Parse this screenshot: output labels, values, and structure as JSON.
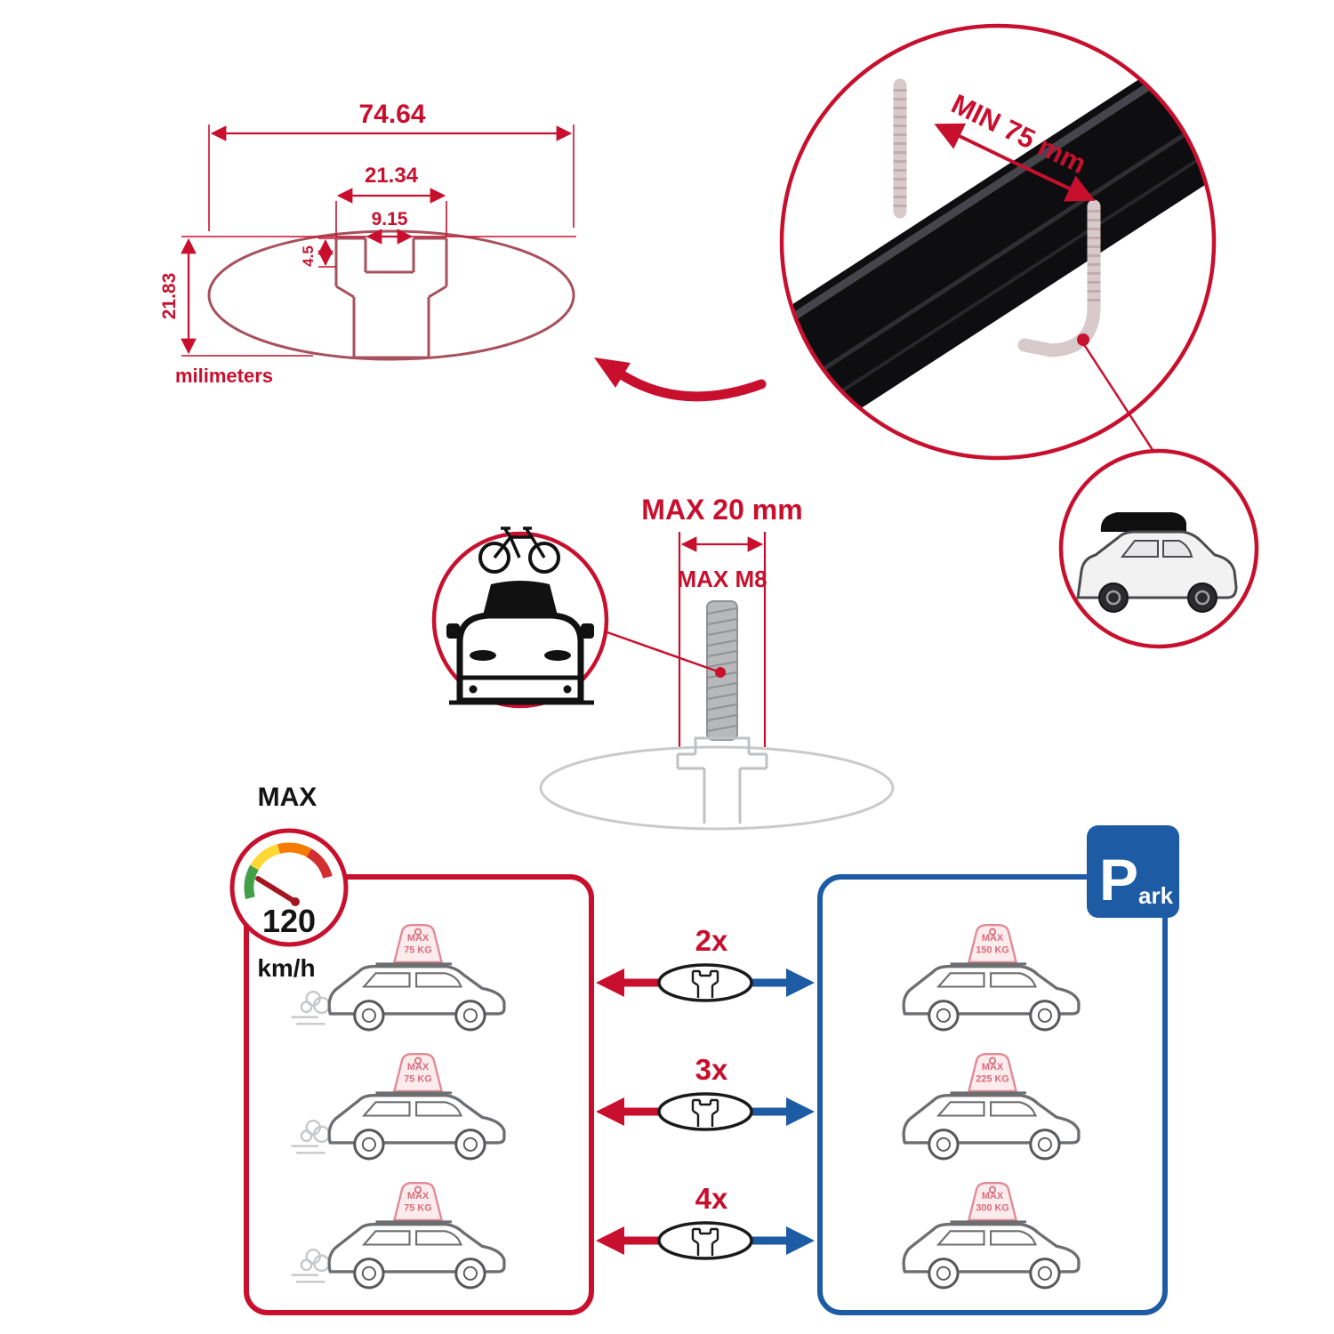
{
  "colors": {
    "red": "#c8102e",
    "blue": "#1d5ba4",
    "pink": "#d96c79",
    "black_bar": "#0e0e10"
  },
  "tech_drawing": {
    "dim_total_width": "74.64",
    "dim_slot_outer": "21.34",
    "dim_slot_inner": "9.15",
    "dim_lip": "4.5",
    "dim_height": "21.83",
    "unit_label": "milimeters"
  },
  "bar_zoom": {
    "min_span_label": "MIN 75 mm"
  },
  "bolt_section": {
    "max_width_label": "MAX 20 mm",
    "thread_label": "MAX M8"
  },
  "speed_limit": {
    "title": "MAX",
    "value": "120",
    "unit": "km/h"
  },
  "park_sign": {
    "letter": "P",
    "suffix": "ark"
  },
  "bar_counts": [
    "2x",
    "3x",
    "4x"
  ],
  "driving_cars": [
    {
      "max_label": "MAX",
      "load_label": "75 KG"
    },
    {
      "max_label": "MAX",
      "load_label": "75 KG"
    },
    {
      "max_label": "MAX",
      "load_label": "75 KG"
    }
  ],
  "parked_cars": [
    {
      "max_label": "MAX",
      "load_label": "150 KG"
    },
    {
      "max_label": "MAX",
      "load_label": "225 KG"
    },
    {
      "max_label": "MAX",
      "load_label": "300 KG"
    }
  ]
}
